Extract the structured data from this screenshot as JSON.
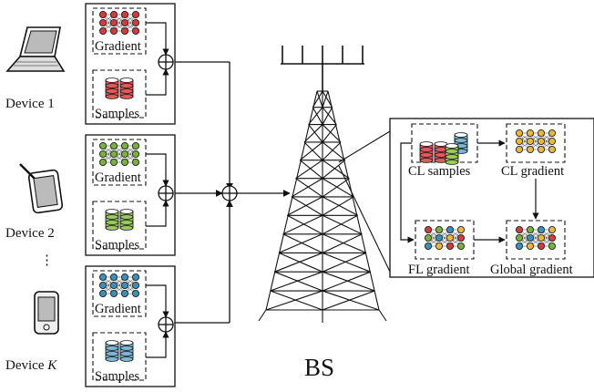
{
  "devices": [
    {
      "label": "Device 1",
      "color": "#d23c3c",
      "samples_color": "#e35a5a",
      "icon": "laptop-icon"
    },
    {
      "label": "Device 2",
      "color": "#79b23a",
      "samples_color": "#9ccc5a",
      "icon": "tablet-icon"
    },
    {
      "label": "Device ",
      "label_italic": "K",
      "color": "#3c8fb8",
      "samples_color": "#7fb8d6",
      "icon": "phone-icon"
    }
  ],
  "device_box": {
    "gradient_label": "Gradient",
    "samples_label": "Samples"
  },
  "ellipsis": "⋮",
  "base_station": {
    "label": "BS"
  },
  "server_box": {
    "cl_samples": "CL samples",
    "cl_gradient": "CL gradient",
    "fl_gradient": "FL gradient",
    "global_gradient": "Global gradient"
  },
  "colors": {
    "cl_gradient": "#e8b83a",
    "global_gradient": "mixed",
    "line": "#111111"
  }
}
